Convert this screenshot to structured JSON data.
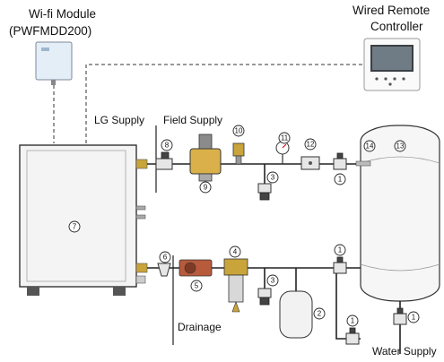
{
  "labels": {
    "wifi_line1": "Wi-fi Module",
    "wifi_line2": "(PWFMDD200)",
    "remote_line1": "Wired Remote",
    "remote_line2": "Controller",
    "lg_supply": "LG Supply",
    "field_supply": "Field Supply",
    "drainage": "Drainage",
    "water_supply": "Water Supply"
  },
  "callouts": [
    "①",
    "①",
    "①",
    "①",
    "②",
    "③",
    "③",
    "④",
    "⑤",
    "⑥",
    "⑦",
    "⑧",
    "⑨",
    "⑩",
    "⑪",
    "⑫",
    "⑬",
    "⑭"
  ],
  "icons": {
    "valve": "ball-valve-icon",
    "pump": "circulation-pump-icon",
    "filter": "magnetic-filter-icon",
    "vessel": "expansion-vessel-icon"
  }
}
